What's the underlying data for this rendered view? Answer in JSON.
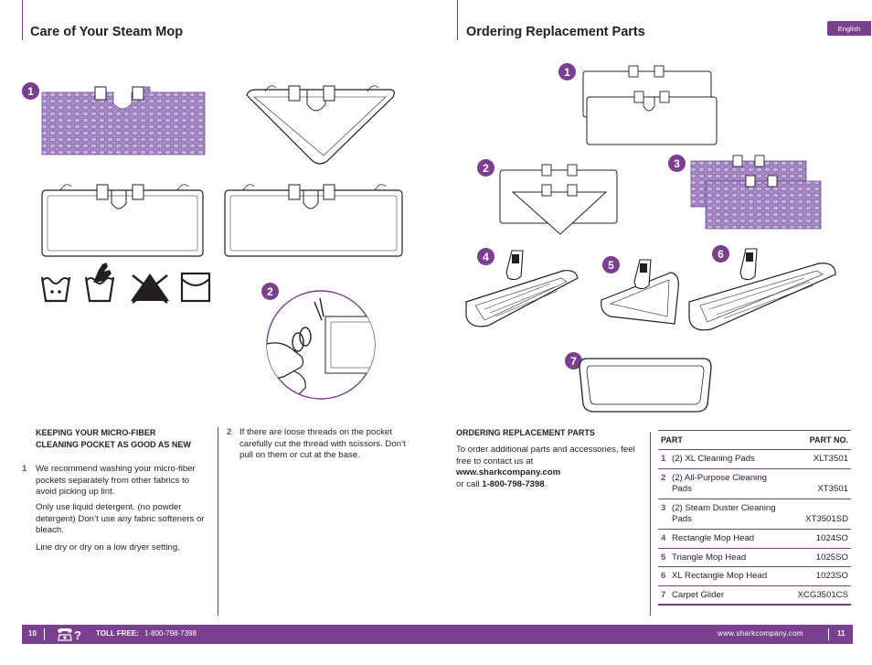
{
  "left_page": {
    "title": "Care of Your Steam Mop",
    "badge1": "1",
    "badge2": "2",
    "section1_heading": "KEEPING YOUR MICRO-FIBER CLEANING POCKET AS GOOD AS NEW",
    "step1_number": "1",
    "step1_text": "We recommend washing your micro-fiber pockets separately from other fabrics to avoid picking up lint.",
    "step1_para2": "Only use liquid detergent. (no powder detergent) Don’t use any fabric softeners or bleach.",
    "step1_para3": "Line dry or dry on a low dryer setting.",
    "step2_number": "2",
    "step2_text": "If there are loose threads on the pocket carefully cut the thread with scissors. Don’t pull on them or cut at the base."
  },
  "right_page": {
    "title": "Ordering Replacement Parts",
    "language_tag": "English",
    "badges": [
      "1",
      "2",
      "3",
      "4",
      "5",
      "6",
      "7"
    ],
    "ordering_heading": "ORDERING REPLACEMENT PARTS",
    "ordering_text": "To order additional parts and accessories, feel free to contact us at",
    "website": "www.sharkcompany.com",
    "or_call": "or call",
    "phone": "1-800-798-7398",
    "period": ".",
    "table": {
      "col_part": "PART",
      "col_part_no": "PART NO.",
      "rows": [
        {
          "idx": "1",
          "part": "(2) XL Cleaning Pads",
          "part_no": "XLT3501"
        },
        {
          "idx": "2",
          "part": "(2) All-Purpose Cleaning Pads",
          "part_no": "XT3501"
        },
        {
          "idx": "3",
          "part": "(2) Steam Duster Cleaning Pads",
          "part_no": "XT3501SD"
        },
        {
          "idx": "4",
          "part": "Rectangle Mop Head",
          "part_no": "1024SO"
        },
        {
          "idx": "5",
          "part": "Triangle Mop Head",
          "part_no": "1025SO"
        },
        {
          "idx": "6",
          "part": "XL Rectangle Mop Head",
          "part_no": "1023SO"
        },
        {
          "idx": "7",
          "part": "Carpet Glider",
          "part_no": "XCG3501CS"
        }
      ]
    }
  },
  "footer": {
    "left_page_number": "10",
    "phone_icon": "phone-question-icon",
    "toll_free_label": "TOLL FREE:",
    "toll_free_number": "1-800-798-7398",
    "website": "www.sharkcompany.com",
    "right_page_number": "11"
  },
  "colors": {
    "accent": "#7b3f8f",
    "pad_purple": "#a78bc9",
    "text": "#231f20"
  }
}
